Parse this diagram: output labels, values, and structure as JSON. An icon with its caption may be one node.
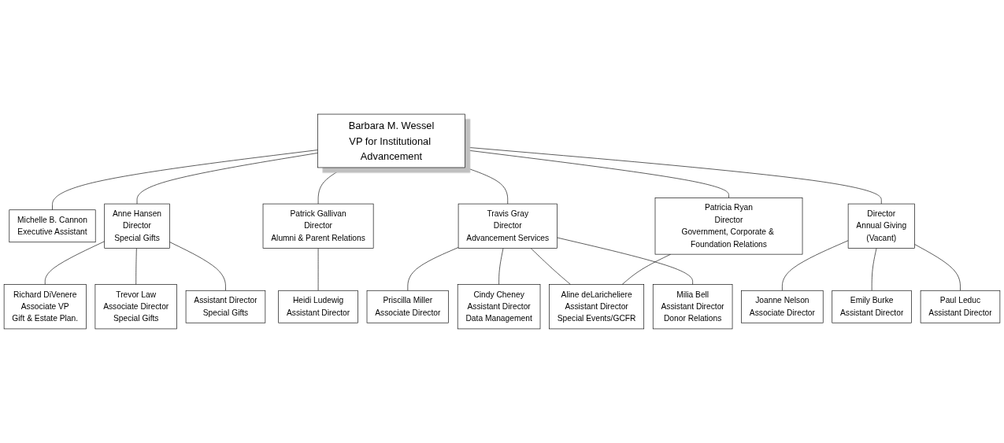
{
  "diagram": {
    "nodes": [
      {
        "text": [
          "Barbara M. Wessel",
          "VP for Institutional Advancement"
        ]
      },
      {
        "text": [
          "Michelle B. Cannon",
          "Executive Assistant"
        ]
      },
      {
        "text": [
          "Anne Hansen",
          "Director",
          "Special Gifts"
        ]
      },
      {
        "text": [
          "Patrick Gallivan",
          "Director",
          "Alumni & Parent Relations"
        ]
      },
      {
        "text": [
          "Travis Gray",
          "Director",
          "Advancement Services"
        ]
      },
      {
        "text": [
          "Patricia Ryan",
          "Director",
          "Government, Corporate & Foundation Relations"
        ]
      },
      {
        "text": [
          "Director",
          "Annual Giving",
          "(Vacant)"
        ]
      },
      {
        "text": [
          "Richard DiVenere",
          "Associate VP",
          "Gift & Estate Plan."
        ]
      },
      {
        "text": [
          "Trevor Law",
          "Associate Director",
          "Special Gifts"
        ]
      },
      {
        "text": [
          "Assistant Director",
          "Special Gifts"
        ]
      },
      {
        "text": [
          "Heidi Ludewig",
          "Assistant Director"
        ]
      },
      {
        "text": [
          "Priscilla Miller",
          "Associate Director"
        ]
      },
      {
        "text": [
          "Cindy Cheney",
          "Assistant Director",
          "Data Management"
        ]
      },
      {
        "text": [
          "Aline deLaricheliere",
          "Assistant Director",
          "Special Events/GCFR"
        ]
      },
      {
        "text": [
          "Milia Bell",
          "Assistant Director",
          "Donor Relations"
        ]
      },
      {
        "text": [
          "Joanne Nelson",
          "Associate Director"
        ]
      },
      {
        "text": [
          "Emily Burke",
          "Assistant Director"
        ]
      },
      {
        "text": [
          "Paul Leduc",
          "Assistant Director"
        ]
      }
    ],
    "edges": [
      {
        "from": 0,
        "to": 1,
        "arrow": "none"
      },
      {
        "from": 0,
        "to": 2,
        "arrow": "none"
      },
      {
        "from": 0,
        "to": 3,
        "arrow": "none"
      },
      {
        "from": 0,
        "to": 4,
        "arrow": "none"
      },
      {
        "from": 0,
        "to": 5,
        "arrow": "none"
      },
      {
        "from": 0,
        "to": 6,
        "arrow": "none"
      },
      {
        "from": 2,
        "to": 7,
        "arrow": "none"
      },
      {
        "from": 2,
        "to": 8,
        "arrow": "none"
      },
      {
        "from": 2,
        "to": 9,
        "arrow": "none"
      },
      {
        "from": 3,
        "to": 10,
        "arrow": "none"
      },
      {
        "from": 4,
        "to": 11,
        "arrow": "none"
      },
      {
        "from": 4,
        "to": 12,
        "arrow": "none"
      },
      {
        "from": 4,
        "to": 13,
        "arrow": "none"
      },
      {
        "from": 4,
        "to": 14,
        "arrow": "none"
      },
      {
        "from": 5,
        "to": 13,
        "arrow": "none"
      },
      {
        "from": 6,
        "to": 15,
        "arrow": "none"
      },
      {
        "from": 6,
        "to": 16,
        "arrow": "none"
      },
      {
        "from": 6,
        "to": 17,
        "arrow": "none"
      }
    ]
  }
}
